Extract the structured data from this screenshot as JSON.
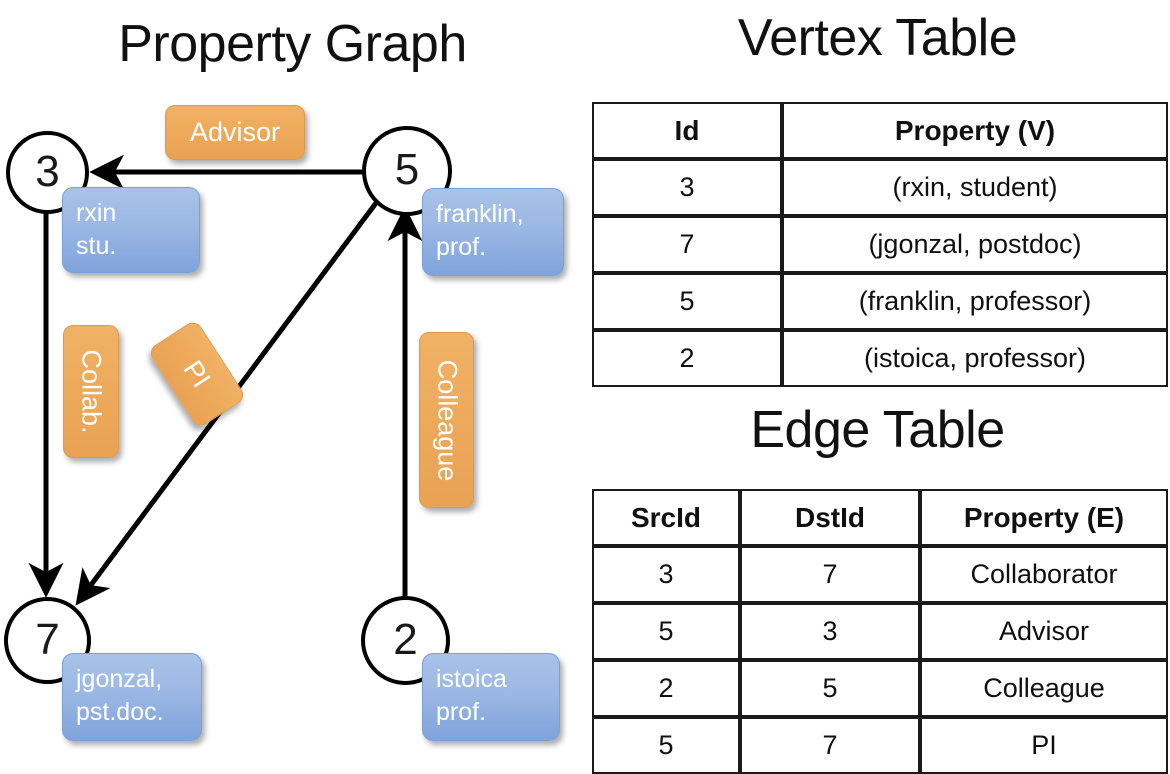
{
  "titles": {
    "property_graph": "Property Graph",
    "vertex_table": "Vertex Table",
    "edge_table": "Edge Table"
  },
  "graph": {
    "nodes": [
      {
        "id": "3",
        "property_label": "rxin\nstu."
      },
      {
        "id": "5",
        "property_label": "franklin,\nprof."
      },
      {
        "id": "7",
        "property_label": "jgonzal,\npst.doc."
      },
      {
        "id": "2",
        "property_label": "istoica\nprof."
      }
    ],
    "node_ids": {
      "n3": "3",
      "n5": "5",
      "n7": "7",
      "n2": "2"
    },
    "property_boxes": {
      "rxin_line1": "rxin",
      "rxin_line2": "stu.",
      "franklin_line1": "franklin,",
      "franklin_line2": "prof.",
      "jgonzal_line1": "jgonzal,",
      "jgonzal_line2": "pst.doc.",
      "istoica_line1": "istoica",
      "istoica_line2": "prof."
    },
    "edge_labels": {
      "advisor": "Advisor",
      "collab": "Collab.",
      "pi": "PI",
      "colleague": "Colleague"
    },
    "edges": [
      {
        "src": "5",
        "dst": "3",
        "label": "Advisor"
      },
      {
        "src": "3",
        "dst": "7",
        "label": "Collab."
      },
      {
        "src": "5",
        "dst": "7",
        "label": "PI"
      },
      {
        "src": "2",
        "dst": "5",
        "label": "Colleague"
      }
    ]
  },
  "vertex_table": {
    "headers": [
      "Id",
      "Property (V)"
    ],
    "rows": [
      {
        "id": "3",
        "property": "(rxin, student)"
      },
      {
        "id": "7",
        "property": "(jgonzal, postdoc)"
      },
      {
        "id": "5",
        "property": "(franklin, professor)"
      },
      {
        "id": "2",
        "property": "(istoica, professor)"
      }
    ]
  },
  "edge_table": {
    "headers": [
      "SrcId",
      "DstId",
      "Property (E)"
    ],
    "rows": [
      {
        "src": "3",
        "dst": "7",
        "property": "Collaborator"
      },
      {
        "src": "5",
        "dst": "3",
        "property": "Advisor"
      },
      {
        "src": "2",
        "dst": "5",
        "property": "Colleague"
      },
      {
        "src": "5",
        "dst": "7",
        "property": "PI"
      }
    ]
  },
  "colors": {
    "vertex_property_fill": "#ccd9ee",
    "edge_property_fill": "#f6ddc3",
    "node_box_blue": "#7fa3dc",
    "edge_label_orange": "#eeab5c",
    "stroke": "#000000"
  }
}
